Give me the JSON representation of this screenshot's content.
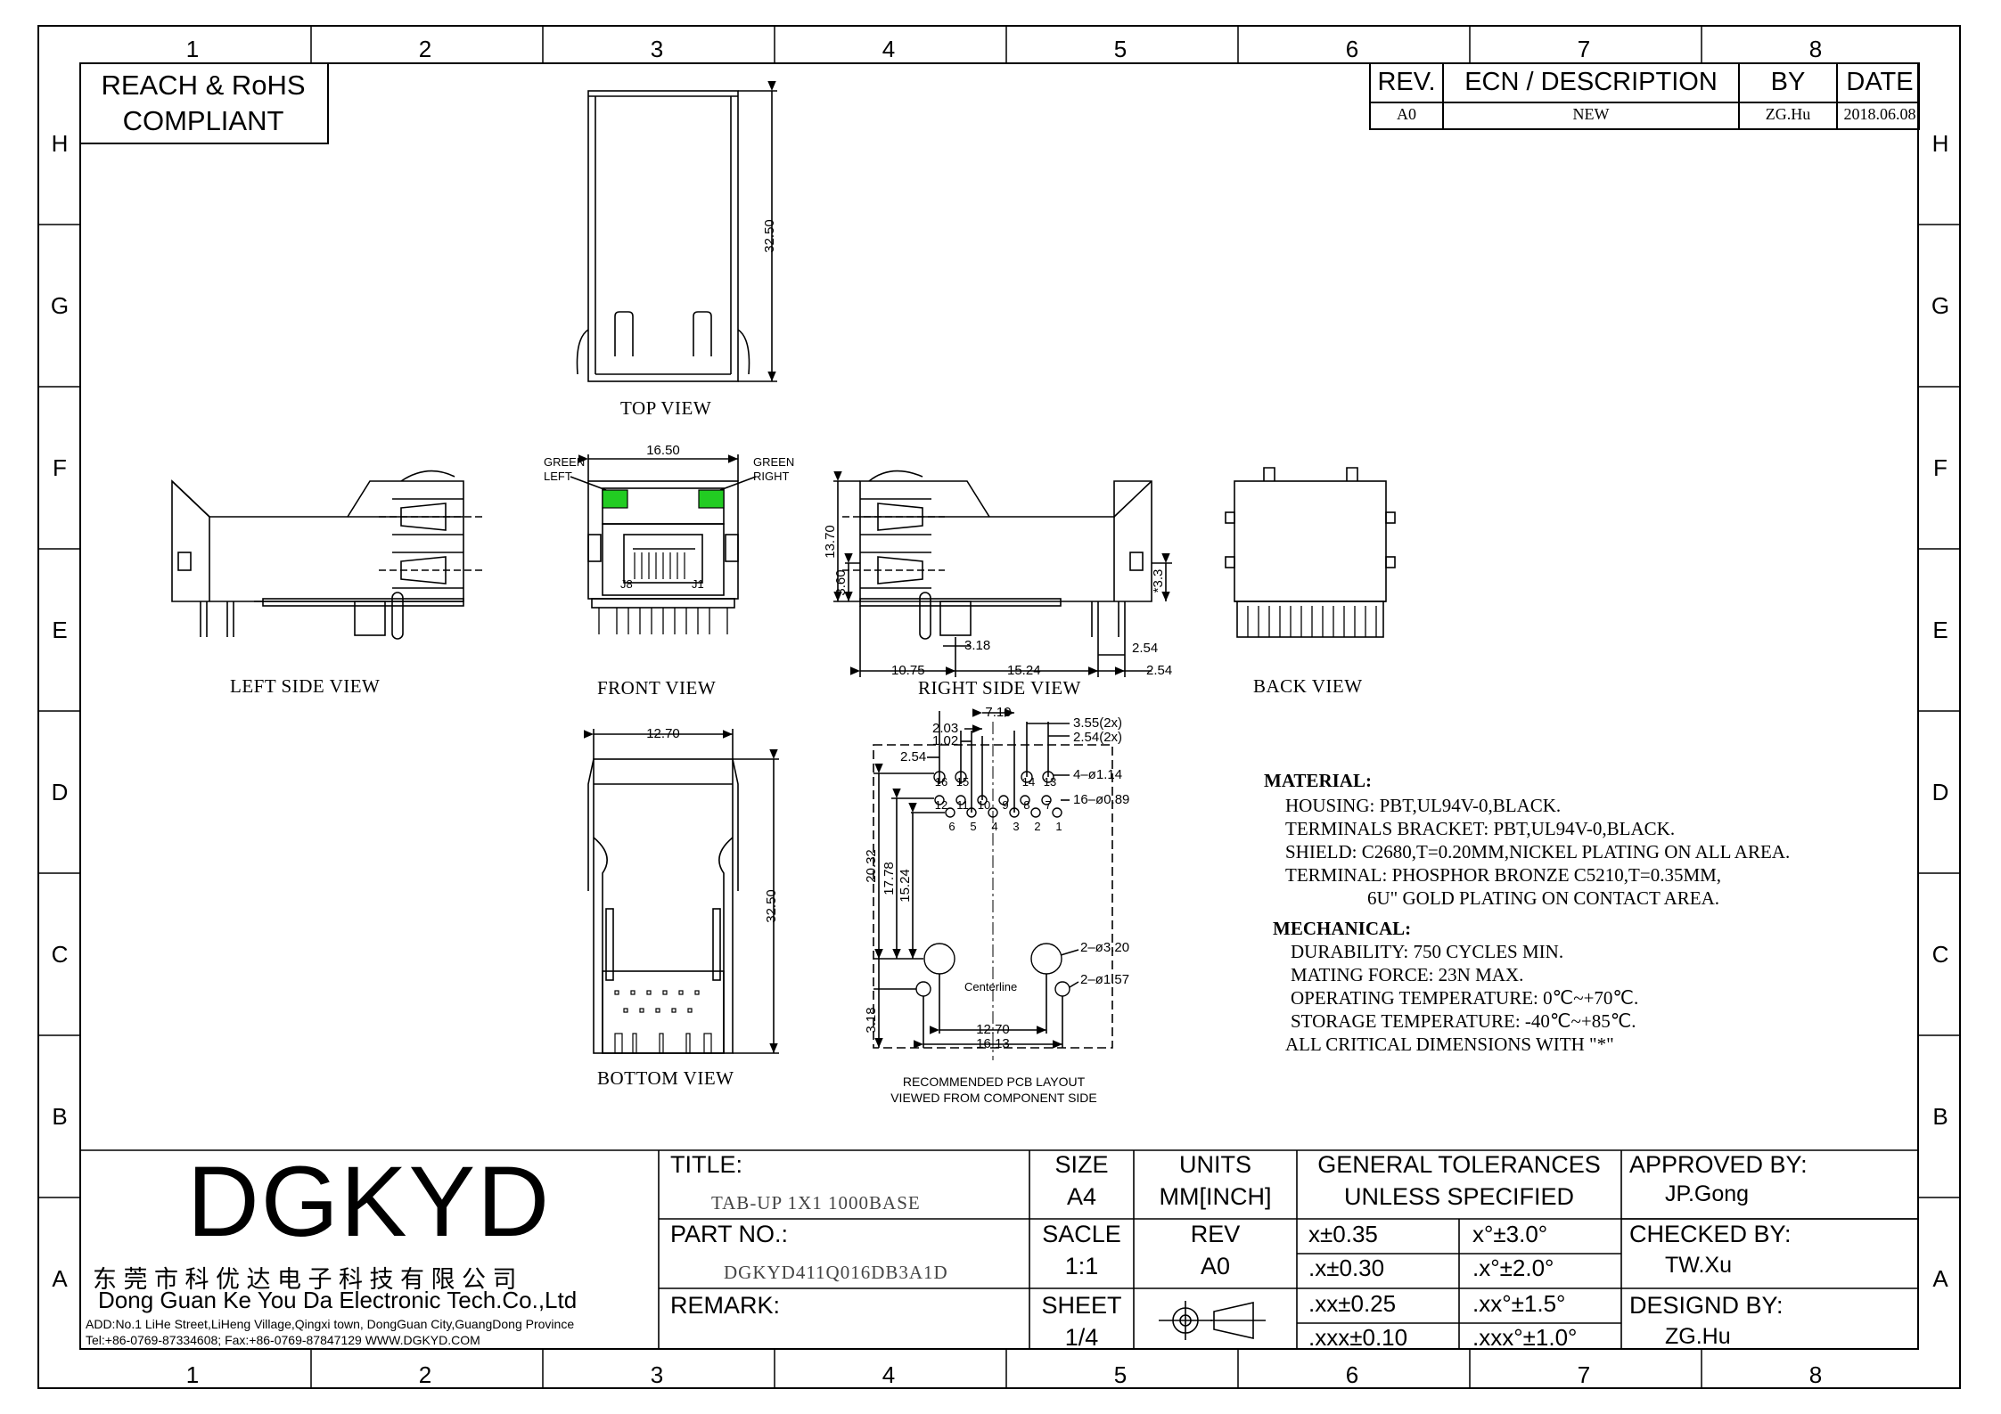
{
  "zones": {
    "columns": [
      "1",
      "2",
      "3",
      "4",
      "5",
      "6",
      "7",
      "8"
    ],
    "rows": [
      "H",
      "G",
      "F",
      "E",
      "D",
      "C",
      "B",
      "A"
    ]
  },
  "compliance": {
    "line1": "REACH & RoHS",
    "line2": "COMPLIANT"
  },
  "revision_table": {
    "headers": [
      "REV.",
      "ECN / DESCRIPTION",
      "BY",
      "DATE"
    ],
    "rows": [
      [
        "A0",
        "NEW",
        "ZG.Hu",
        "2018.06.08"
      ]
    ]
  },
  "views": {
    "top": "TOP VIEW",
    "left_side": "LEFT SIDE VIEW",
    "front": "FRONT VIEW",
    "right_side": "RIGHT SIDE VIEW",
    "back": "BACK VIEW",
    "bottom": "BOTTOM VIEW",
    "pcb_line1": "RECOMMENDED PCB LAYOUT",
    "pcb_line2": "VIEWED FROM COMPONENT SIDE"
  },
  "led_labels": {
    "left": [
      "GREEN",
      "LEFT"
    ],
    "right": [
      "GREEN",
      "RIGHT"
    ],
    "led_color": "#22cc22"
  },
  "dimensions": {
    "top_height": "32.50",
    "front_width": "16.50",
    "right_13_70": "13.70",
    "right_3_60": "3.60",
    "right_3_3": "*3.3",
    "right_3_18": "3.18",
    "right_2_54a": "2.54",
    "right_10_75": "10.75",
    "right_15_24": "15.24",
    "right_2_54b": "2.54",
    "bottom_width": "12.70",
    "bottom_height": "32.50",
    "pcb_7_10": "7.10",
    "pcb_2_03": "2.03",
    "pcb_1_02": "1.02",
    "pcb_3_55": "3.55(2x)",
    "pcb_2_54x": "2.54(2x)",
    "pcb_2_54": "2.54",
    "pcb_hole1": "4–ø1.14",
    "pcb_hole2": "16–ø0.89",
    "pcb_20_32": "20.32",
    "pcb_17_78": "17.78",
    "pcb_15_24": "15.24",
    "pcb_hole3": "2–ø3.20",
    "pcb_hole4": "2–ø1.57",
    "pcb_3_18": "3.18",
    "pcb_12_70": "12.70",
    "pcb_16_13": "16.13",
    "pcb_centerline": "Centerline",
    "front_pin_j8": "J8",
    "front_pin_j1": "J1"
  },
  "pcb_pins": {
    "row_top": [
      "16",
      "15",
      "14",
      "13"
    ],
    "row_mid": [
      "12",
      "11",
      "10",
      "9",
      "8",
      "7"
    ],
    "row_bot": [
      "6",
      "5",
      "4",
      "3",
      "2",
      "1"
    ]
  },
  "material": {
    "heading": "MATERIAL:",
    "lines": [
      "HOUSING: PBT,UL94V-0,BLACK.",
      "TERMINALS BRACKET: PBT,UL94V-0,BLACK.",
      "SHIELD: C2680,T=0.20MM,NICKEL PLATING ON ALL AREA.",
      "TERMINAL: PHOSPHOR BRONZE C5210,T=0.35MM,",
      "6U\" GOLD PLATING ON CONTACT AREA."
    ]
  },
  "mechanical": {
    "heading": "MECHANICAL:",
    "lines": [
      "DURABILITY: 750 CYCLES MIN.",
      "MATING FORCE: 23N MAX.",
      "OPERATING TEMPERATURE: 0℃~+70℃.",
      "STORAGE TEMPERATURE: -40℃~+85℃.",
      "ALL CRITICAL DIMENSIONS WITH \"*\""
    ]
  },
  "title_block": {
    "logo": "DGKYD",
    "company_cn": "东 莞 市 科 优 达 电 子 科 技 有 限 公 司",
    "company_en": "Dong Guan Ke You Da Electronic Tech.Co.,Ltd",
    "address": "ADD:No.1 LiHe Street,LiHeng Village,Qingxi town, DongGuan City,GuangDong Province",
    "contact": "Tel:+86-0769-87334608; Fax:+86-0769-87847129  WWW.DGKYD.COM",
    "title_label": "TITLE:",
    "title_value": "TAB-UP 1X1 1000BASE",
    "part_label": "PART NO.:",
    "part_value": "DGKYD411Q016DB3A1D",
    "remark_label": "REMARK:",
    "size_label": "SIZE",
    "size_value": "A4",
    "scale_label": "SACLE",
    "scale_value": "1:1",
    "sheet_label": "SHEET",
    "sheet_value": "1/4",
    "units_label": "UNITS",
    "units_value": "MM[INCH]",
    "rev_label": "REV",
    "rev_value": "A0",
    "tol_line1": "GENERAL TOLERANCES",
    "tol_line2": "UNLESS SPECIFIED",
    "tolerances": [
      [
        "x±0.35",
        "x°±3.0°"
      ],
      [
        ".x±0.30",
        ".x°±2.0°"
      ],
      [
        ".xx±0.25",
        ".xx°±1.5°"
      ],
      [
        ".xxx±0.10",
        ".xxx°±1.0°"
      ]
    ],
    "approved_label": "APPROVED BY:",
    "approved_value": "JP.Gong",
    "checked_label": "CHECKED BY:",
    "checked_value": "TW.Xu",
    "designed_label": "DESIGND BY:",
    "designed_value": "ZG.Hu"
  }
}
